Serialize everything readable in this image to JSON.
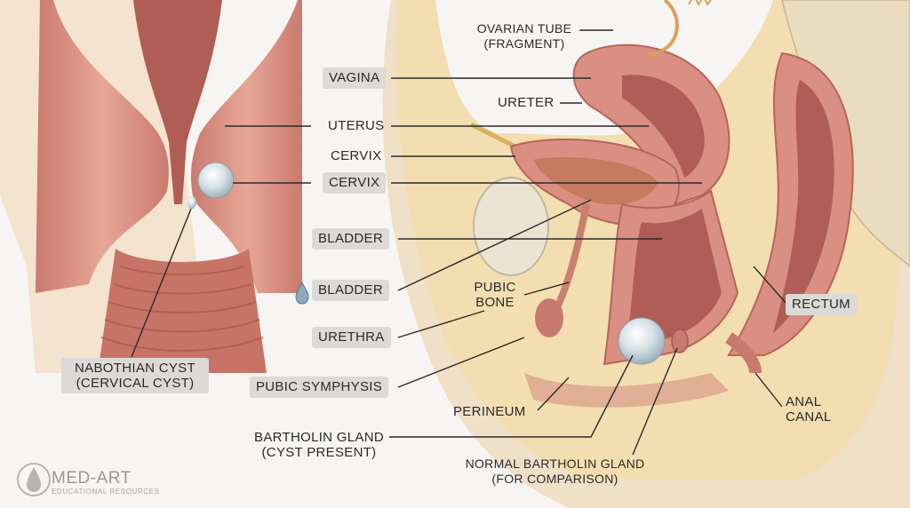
{
  "labels": {
    "ovarian_tube_1": "OVARIAN TUBE",
    "ovarian_tube_2": "(FRAGMENT)",
    "vagina": "VAGINA",
    "ureter": "URETER",
    "uterus": "UTERUS",
    "cervix_1": "CERVIX",
    "cervix_2": "CERVIX",
    "bladder_1": "BLADDER",
    "bladder_2": "BLADDER",
    "pubic_bone_1": "PUBIC",
    "pubic_bone_2": "BONE",
    "urethra": "URETHRA",
    "pubic_symphysis": "PUBIC SYMPHYSIS",
    "perineum": "PERINEUM",
    "bartholin_cyst_1": "BARTHOLIN GLAND",
    "bartholin_cyst_2": "(CYST PRESENT)",
    "normal_bartholin_1": "NORMAL BARTHOLIN GLAND",
    "normal_bartholin_2": "(FOR COMPARISON)",
    "rectum": "RECTUM",
    "anal_canal_1": "ANAL",
    "anal_canal_2": "CANAL",
    "nabothian_1": "NABOTHIAN CYST",
    "nabothian_2": "(CERVICAL CYST)"
  },
  "logo": {
    "name": "MED-ART",
    "tagline": "EDUCATIONAL RESOURCES"
  },
  "colors": {
    "background": "#f7f5f3",
    "tissue": "#d98f82",
    "tissue_dark": "#b8645a",
    "fat": "#f2deb0",
    "label_box": "#dcdad7",
    "cyst": "#c9d6de",
    "leader_line": "#2c2a29"
  }
}
